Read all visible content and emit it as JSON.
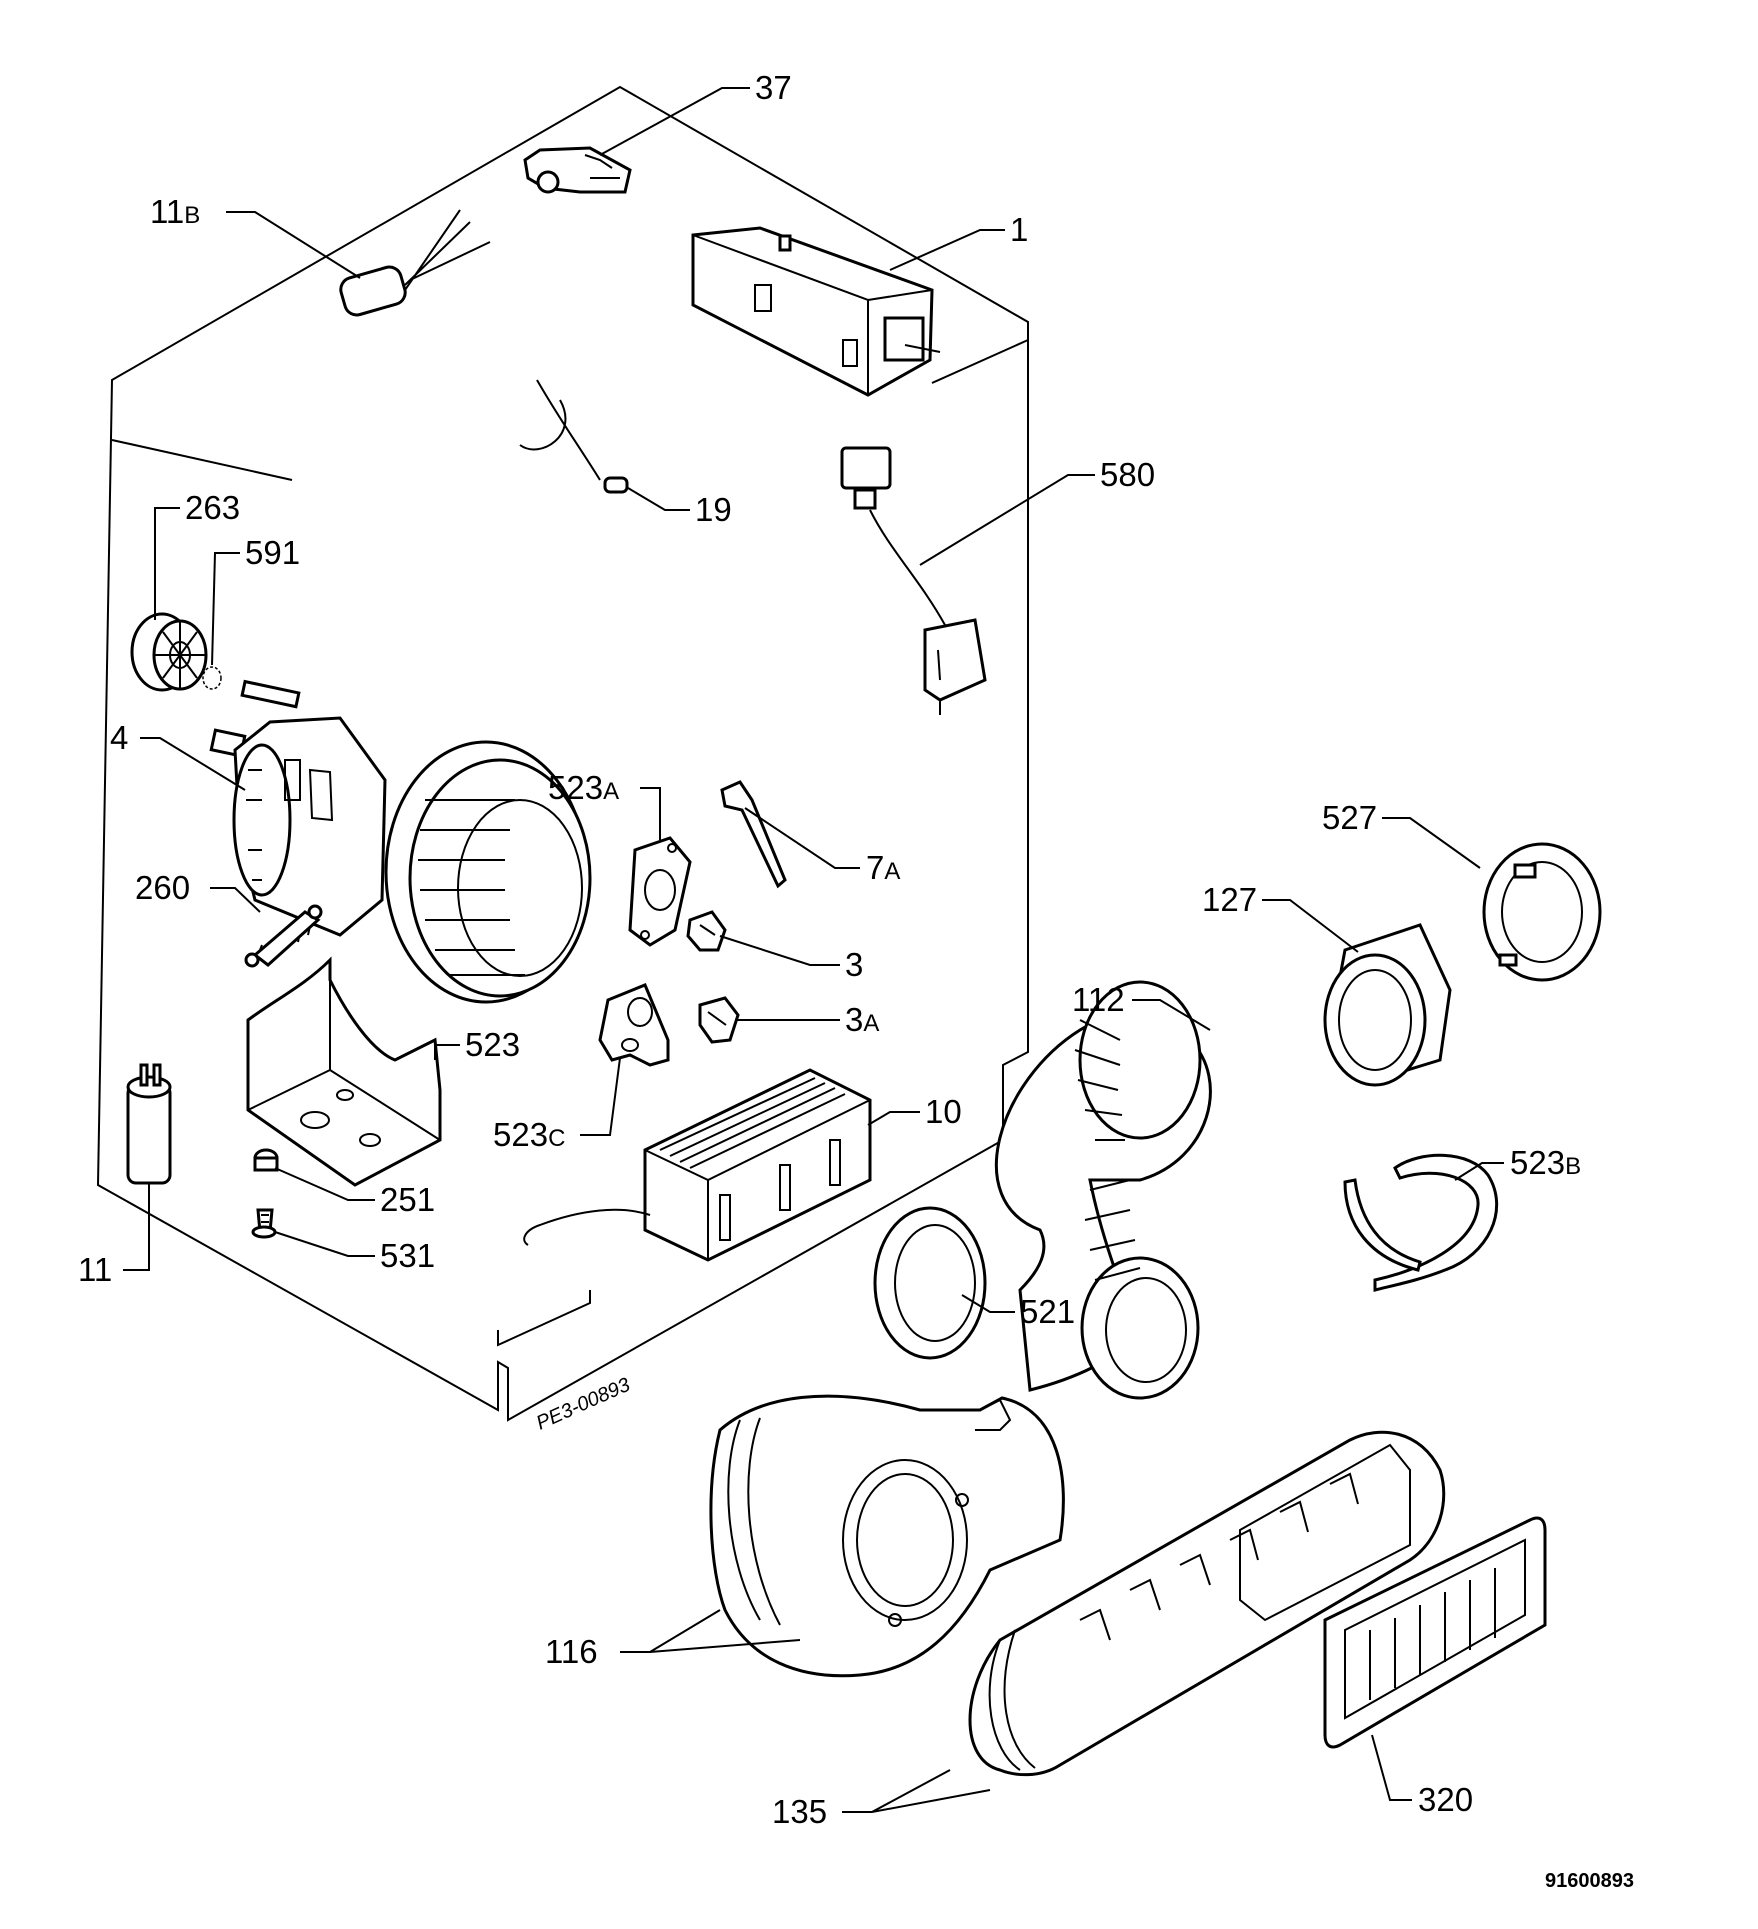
{
  "diagram": {
    "drawing_code": "91600893",
    "ref_code": "PE3-00893",
    "callouts": [
      {
        "id": "37",
        "num": "37",
        "sub": ""
      },
      {
        "id": "11b",
        "num": "11",
        "sub": "B"
      },
      {
        "id": "1",
        "num": "1",
        "sub": ""
      },
      {
        "id": "19",
        "num": "19",
        "sub": ""
      },
      {
        "id": "580",
        "num": "580",
        "sub": ""
      },
      {
        "id": "263",
        "num": "263",
        "sub": ""
      },
      {
        "id": "591",
        "num": "591",
        "sub": ""
      },
      {
        "id": "4",
        "num": "4",
        "sub": ""
      },
      {
        "id": "523a",
        "num": "523",
        "sub": "A"
      },
      {
        "id": "7a",
        "num": "7",
        "sub": "A"
      },
      {
        "id": "260",
        "num": "260",
        "sub": ""
      },
      {
        "id": "3",
        "num": "3",
        "sub": ""
      },
      {
        "id": "3a",
        "num": "3",
        "sub": "A"
      },
      {
        "id": "523",
        "num": "523",
        "sub": ""
      },
      {
        "id": "523c",
        "num": "523",
        "sub": "C"
      },
      {
        "id": "10",
        "num": "10",
        "sub": ""
      },
      {
        "id": "251",
        "num": "251",
        "sub": ""
      },
      {
        "id": "531",
        "num": "531",
        "sub": ""
      },
      {
        "id": "11",
        "num": "11",
        "sub": ""
      },
      {
        "id": "527",
        "num": "527",
        "sub": ""
      },
      {
        "id": "127",
        "num": "127",
        "sub": ""
      },
      {
        "id": "112",
        "num": "112",
        "sub": ""
      },
      {
        "id": "523b",
        "num": "523",
        "sub": "B"
      },
      {
        "id": "521",
        "num": "521",
        "sub": ""
      },
      {
        "id": "116",
        "num": "116",
        "sub": ""
      },
      {
        "id": "135",
        "num": "135",
        "sub": ""
      },
      {
        "id": "320",
        "num": "320",
        "sub": ""
      }
    ]
  }
}
